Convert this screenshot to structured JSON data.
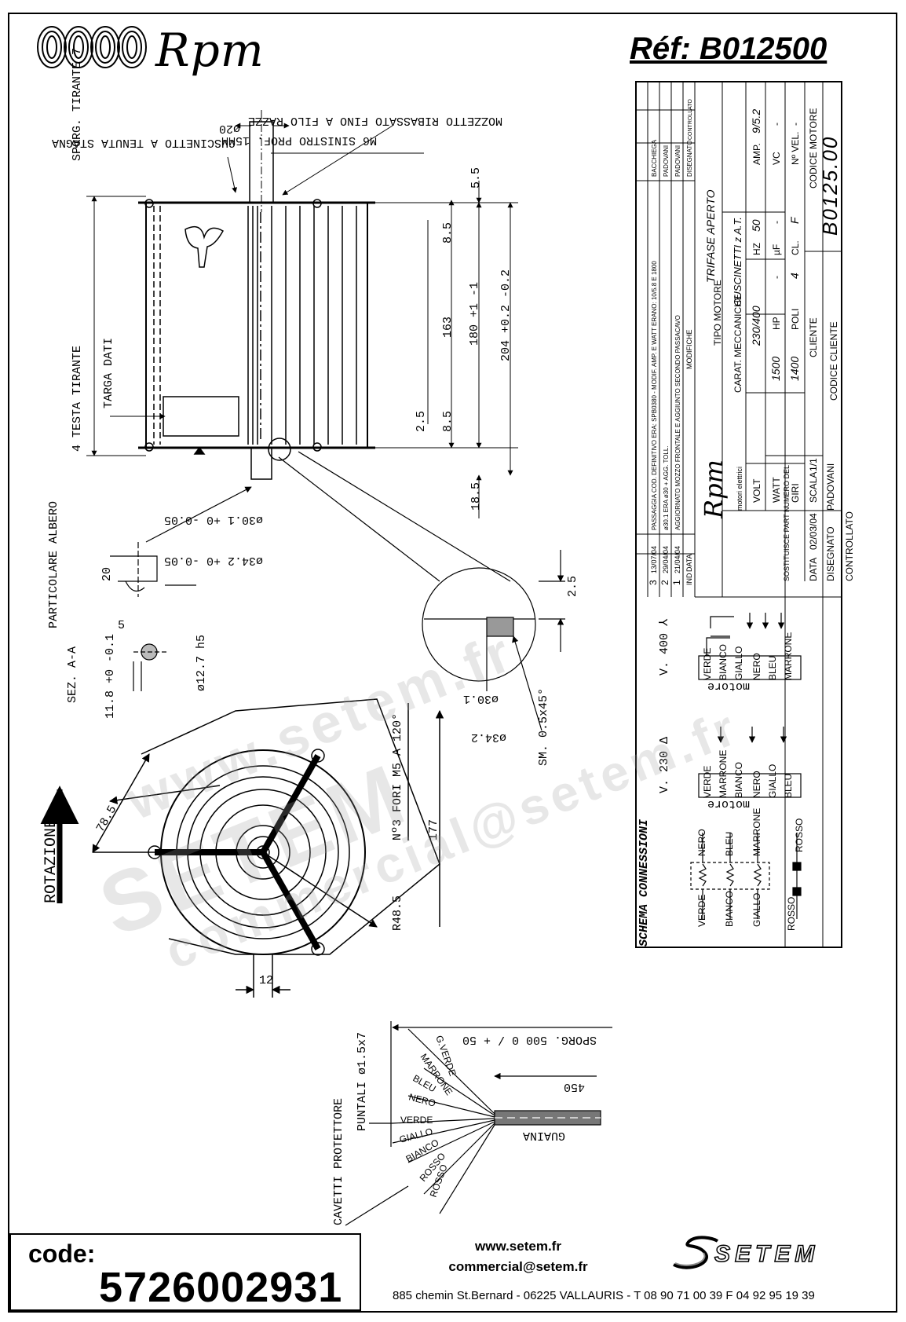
{
  "header": {
    "brand": "Rpm",
    "reference": "Réf:  B012500"
  },
  "title_block": {
    "revisions": [
      {
        "n": "3",
        "date": "13/07/04",
        "text": "PASSAGGIA COD. DEFINITIVO ERA: SPB0380 - MODIF. AMP. E WATT ERANO: 10/5.8 E 1800",
        "by": "BACCHIEGA"
      },
      {
        "n": "2",
        "date": "29/04/04",
        "text": "ø30.1 ERA ø30 + AGG. TOLL.",
        "by": "PADOVANI"
      },
      {
        "n": "1",
        "date": "21/04/04",
        "text": "AGGIORNATO MOZZO FRONTALE E AGGIUNTO SECONDO PASSACAVO",
        "by": "PADOVANI"
      }
    ],
    "headers": {
      "ind": "IND",
      "data": "DATA",
      "modifiche": "MODIFICHE",
      "disegnato": "DISEGNATO",
      "controllato": "CONTROLLATO"
    },
    "rpm_logo": "Rpm",
    "rpm_sub": "motori elettrici",
    "tipo_motore_label": "TIPO MOTORE",
    "tipo_motore": "TRIFASE APERTO",
    "carat_label": "CARAT. MECCANICHE",
    "carat": "CUSCINETTI z A.T.",
    "volt_label": "VOLT",
    "volt": "230/400",
    "hz_label": "HZ",
    "hz": "50",
    "amp_label": "AMP.",
    "amp": "9/5.2",
    "watt_label": "WATT",
    "watt": "1500",
    "hp_label": "HP",
    "hp": "-",
    "uf_label": "µF",
    "uf": "-",
    "vc_label": "VC",
    "vc": "-",
    "giri_label": "GIRI",
    "giri": "1400",
    "poli_label": "POLI",
    "poli": "4",
    "cl_label": "CL.",
    "cl": "F",
    "nvel_label": "Nº VEL.",
    "nvel": "-",
    "sostituisce": "SOSTITUISCE PART NUMERO DEL",
    "data_label": "DATA",
    "data": "02/03/04",
    "scala_label": "SCALA",
    "scala": "1/1",
    "cliente_label": "CLIENTE",
    "codice_motore_label": "CODICE MOTORE",
    "codice_motore": "B0125.00",
    "disegnato_label": "DISEGNATO",
    "disegnato": "PADOVANI",
    "controllato_label": "CONTROLLATO",
    "codice_cliente_label": "CODICE CLIENTE"
  },
  "drawing": {
    "callouts": {
      "cuscinetto": "CUSCINETTO A TENUTA STAGNA",
      "m6": "M6 SINISTRO PROF. 15MM",
      "mozzetto": "MOZZETTO RIBASSATO FINO A FILO RAZZE",
      "phi20": "ø20",
      "sporg": "SPORG. TIRANTE 7",
      "testa": "4 TESTA TIRANTE",
      "targa": "TARGA DATI",
      "particolare": "PARTICOLARE ALBERO",
      "sez": "SEZ. A-A",
      "rotazione": "ROTAZIONE",
      "fori": "Nº3 FORI M5 A 120°",
      "sm": "SM. 0.5x45°",
      "cavetti": "CAVETTI PROTETTORE",
      "puntali": "PUNTALI ø1.5x7",
      "guaina": "GUAINA",
      "sporg500": "SPORG. 500  0 / + 50",
      "schema": "SCHEMA CONNESSIONI"
    },
    "dims": {
      "d55": "5.5",
      "d85a": "8.5",
      "d163": "163",
      "d180": "180 +1 -1",
      "d204": "204 +0.2 -0.2",
      "d25": "2.5",
      "d85b": "8.5",
      "d185": "18.5",
      "d301": "ø30.1 +0 -0.05",
      "d342": "ø34.2 +0 -0.05",
      "d20": "20",
      "d5": "5",
      "d127": "ø12.7 h5",
      "d118": "11.8 +0 -0.1",
      "d25z": "2.5",
      "d301b": "ø30.1",
      "d342b": "ø34.2",
      "d785": "78.5",
      "d177": "177",
      "d485": "R48.5",
      "d12": "12",
      "d450": "450"
    },
    "wire_colors": [
      "ROSSO",
      "ROSSO",
      "BIANCO",
      "GIALLO",
      "VERDE",
      "NERO",
      "BLEU",
      "MARRONE",
      "G.VERDE"
    ],
    "v400": {
      "title": "V. 400 ⅄",
      "wires": [
        "VERDE",
        "BIANCO",
        "GIALLO",
        "NERO",
        "BLEU",
        "MARRONE"
      ],
      "box": "motore"
    },
    "v230": {
      "title": "V. 230 Δ",
      "wires": [
        "VERDE",
        "MARRONE",
        "BIANCO",
        "NERO",
        "GIALLO",
        "BLEU"
      ],
      "box": "motore"
    },
    "schema_left": [
      "VERDE",
      "BIANCO",
      "GIALLO"
    ],
    "schema_right": [
      "NERO",
      "BLEU",
      "MARRONE"
    ],
    "rosso": [
      "ROSSO",
      "ROSSO"
    ]
  },
  "watermark": {
    "line1": "www.setem.fr",
    "line2": "SETEM",
    "line3": "commercial@setem.fr"
  },
  "footer": {
    "code_label": "code:",
    "code_value": "5726002931",
    "web": "www.setem.fr",
    "email": "commercial@setem.fr",
    "address": "885 chemin St.Bernard  -  06225 VALLAURIS  -  T 08 90 71 00 39  F 04 92 95 19 39",
    "logo_text": "SETEM"
  }
}
